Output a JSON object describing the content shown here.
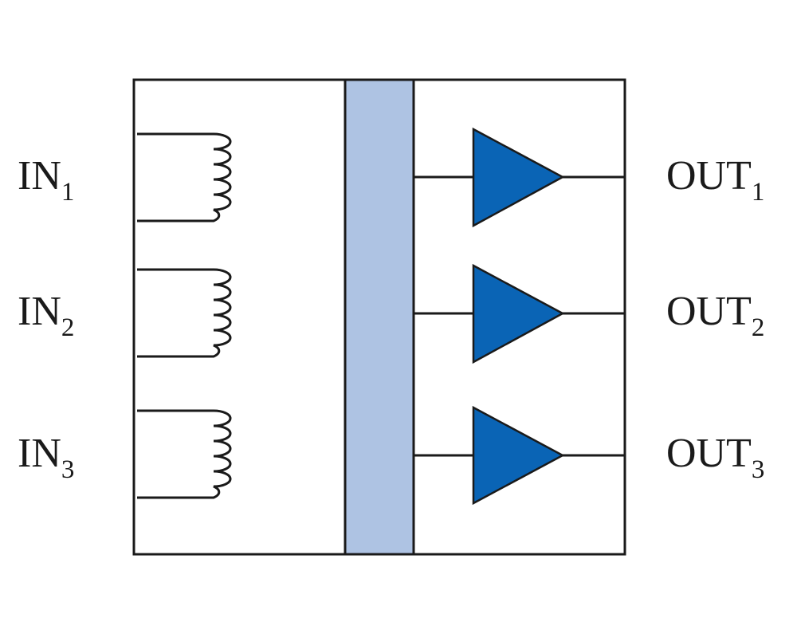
{
  "diagram": {
    "inputs": [
      {
        "name": "IN",
        "sub": "1"
      },
      {
        "name": "IN",
        "sub": "2"
      },
      {
        "name": "IN",
        "sub": "3"
      }
    ],
    "outputs": [
      {
        "name": "OUT",
        "sub": "1"
      },
      {
        "name": "OUT",
        "sub": "2"
      },
      {
        "name": "OUT",
        "sub": "3"
      }
    ],
    "colors": {
      "line": "#1a1a1a",
      "barrier_fill": "#aec3e3",
      "amplifier_fill": "#0a64b5"
    },
    "icons": {
      "input": "transformer-coil-icon",
      "output": "amplifier-triangle-icon"
    }
  }
}
